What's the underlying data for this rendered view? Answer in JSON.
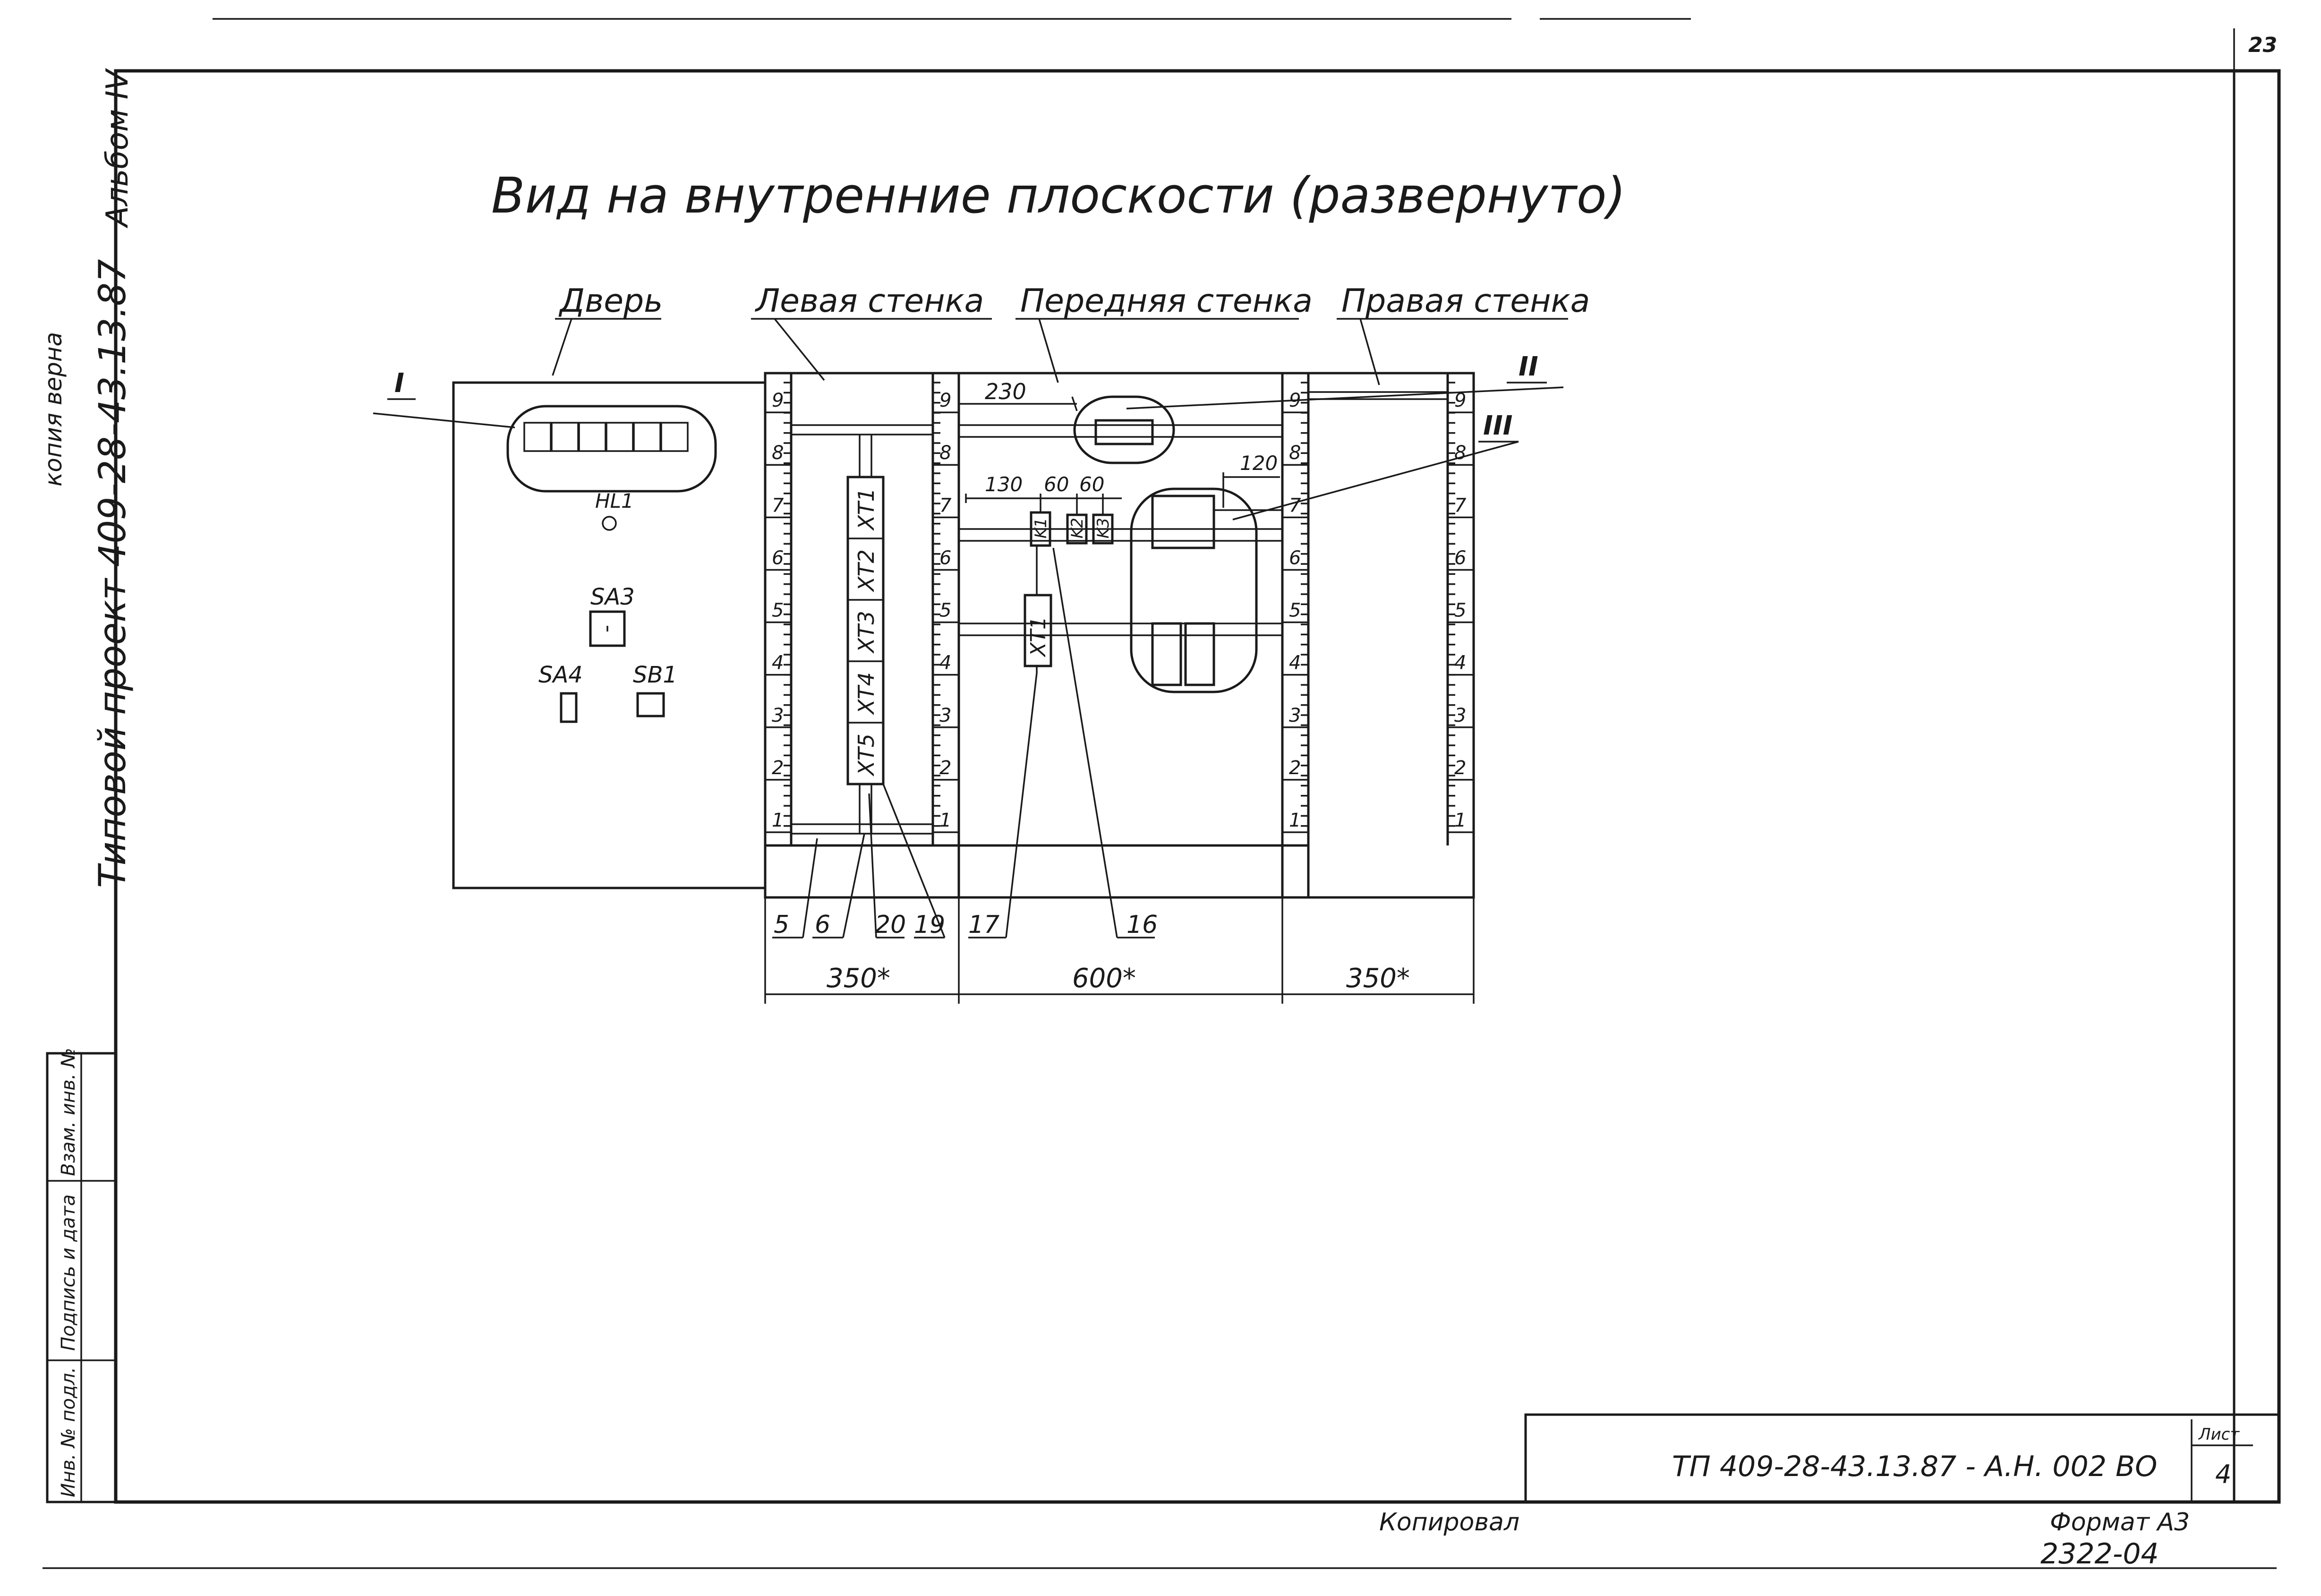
{
  "sheet": {
    "page_number": "23",
    "title": "Вид на внутренние плоскости (развернуто)",
    "copied_by": "Копировал",
    "format_label": "Формат А3",
    "inventory_number": "2322-04",
    "side_album": "Альбом IV",
    "side_project": "Типовой проект 409-28-43.13.87",
    "side_copy": "копия верна",
    "side_stamp_cells": [
      "Инв. № подл.",
      "Подпись и дата",
      "Взам. инв. №"
    ]
  },
  "title_block": {
    "designation": "ТП 409-28-43.13.87 - А.Н. 002 ВО",
    "sheet_label": "Лист",
    "sheet_number": "4"
  },
  "sections": {
    "door": "Дверь",
    "left_wall": "Левая стенка",
    "front_wall": "Передняя стенка",
    "right_wall": "Правая стенка"
  },
  "callouts": {
    "I": "I",
    "II": "II",
    "III": "III"
  },
  "door_devices": {
    "hl1": "HL1",
    "sa3": "SA3",
    "sa4": "SA4",
    "sb1": "SB1"
  },
  "left_terminals": [
    "XT1",
    "XT2",
    "XT3",
    "XT4",
    "XT5"
  ],
  "front_devices": {
    "k1": "K1",
    "k2": "K2",
    "k3": "K3",
    "xt1": "XT1"
  },
  "rail_numbers": [
    "1",
    "2",
    "3",
    "4",
    "5",
    "6",
    "7",
    "8",
    "9"
  ],
  "positions": [
    "5",
    "6",
    "20",
    "19",
    "17",
    "16"
  ],
  "dimensions": {
    "d230": "230",
    "d120": "120",
    "d130": "130",
    "d60a": "60",
    "d60b": "60",
    "w_left": "350*",
    "w_front": "600*",
    "w_right": "350*"
  }
}
